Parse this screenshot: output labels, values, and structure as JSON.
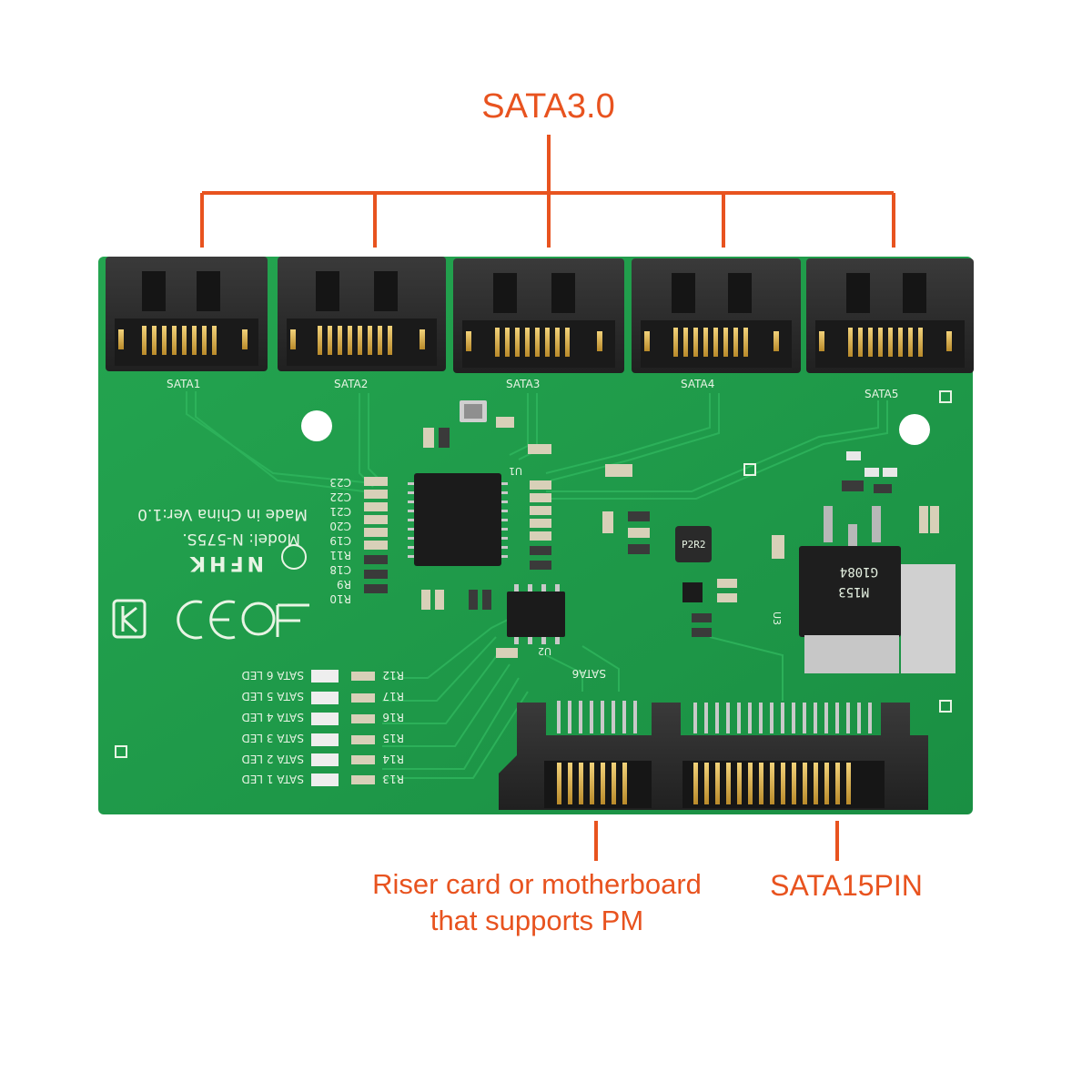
{
  "callouts": {
    "top_title": "SATA3.0",
    "bottom_left_line1": "Riser card or motherboard",
    "bottom_left_line2": "that supports PM",
    "bottom_right": "SATA15PIN"
  },
  "board": {
    "port_labels": [
      "SATA1",
      "SATA2",
      "SATA3",
      "SATA4",
      "SATA5"
    ],
    "host_port_label": "SATA6",
    "model_text": "Model: N-575S.",
    "made_text": "Made in China Ver:1.0",
    "brand_text": "NFHK",
    "led_labels": [
      "SATA 6 LED",
      "SATA 5 LED",
      "SATA 4 LED",
      "SATA 3 LED",
      "SATA 2 LED",
      "SATA 1 LED"
    ],
    "led_resistors": [
      "R12",
      "R17",
      "R16",
      "R15",
      "R14",
      "R13"
    ],
    "cap_left": [
      "C23",
      "C22",
      "C21",
      "C20",
      "C19",
      "C18"
    ],
    "res_left": [
      "R11",
      "R9",
      "R10"
    ],
    "chip_labels": [
      "U1",
      "U2",
      "U3"
    ],
    "inductor_label": "P2R2",
    "regulator_text": [
      "G1084",
      "M153"
    ]
  },
  "colors": {
    "accent": "#e8531f",
    "pcb": "#1f9a48",
    "connector": "#2e2e2e",
    "gold": "#d4a73a"
  }
}
